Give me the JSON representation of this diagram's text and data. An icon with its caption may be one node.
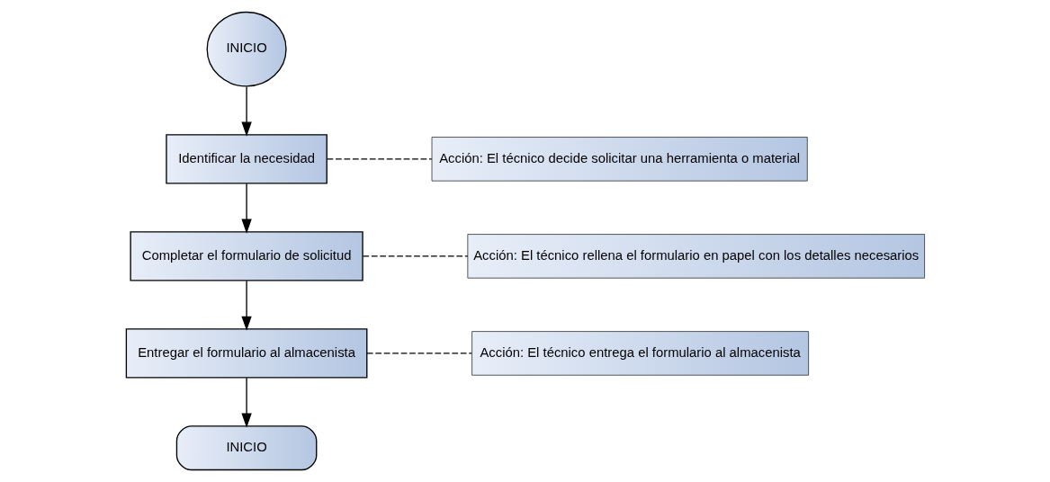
{
  "diagram": {
    "nodes": [
      {
        "text": [
          "INICIO"
        ]
      },
      {
        "text": [
          "Identificar la necesidad"
        ]
      },
      {
        "text": [
          "Acción: El técnico decide solicitar una herramienta o material"
        ]
      },
      {
        "text": [
          "Completar el formulario de solicitud"
        ]
      },
      {
        "text": [
          "Acción: El técnico rellena el formulario en papel con los detalles necesarios"
        ]
      },
      {
        "text": [
          "Entregar el formulario al almacenista"
        ]
      },
      {
        "text": [
          "Acción: El técnico entrega el formulario al almacenista"
        ]
      },
      {
        "text": [
          "INICIO"
        ]
      }
    ],
    "edges": [
      {
        "from": 0,
        "to": 1,
        "arrow": "to"
      },
      {
        "from": 1,
        "to": 2,
        "arrow": "none",
        "style": "dashed"
      },
      {
        "from": 1,
        "to": 3,
        "arrow": "to"
      },
      {
        "from": 3,
        "to": 4,
        "arrow": "none",
        "style": "dashed"
      },
      {
        "from": 3,
        "to": 5,
        "arrow": "to"
      },
      {
        "from": 5,
        "to": 6,
        "arrow": "none",
        "style": "dashed"
      },
      {
        "from": 5,
        "to": 7,
        "arrow": "to"
      }
    ]
  }
}
